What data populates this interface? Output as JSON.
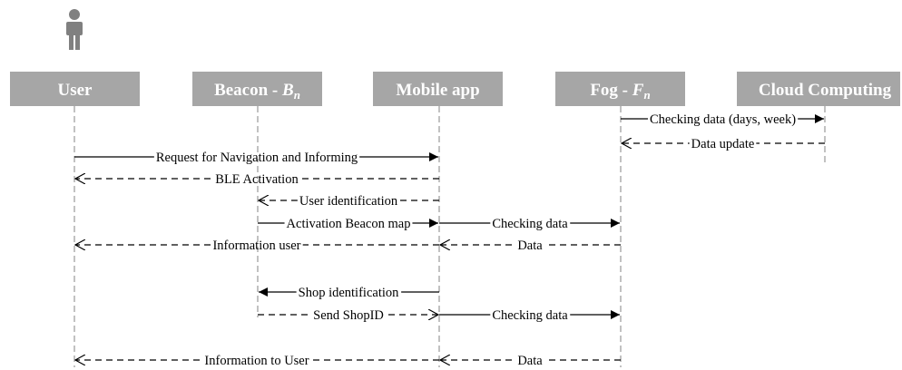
{
  "diagram": {
    "actor_icon": "person-icon",
    "lifelines": [
      {
        "id": "user",
        "label": "User",
        "sub": ""
      },
      {
        "id": "beacon",
        "label": "Beacon - ",
        "italic": "B",
        "sub": "n"
      },
      {
        "id": "mobile",
        "label": "Mobile app",
        "sub": ""
      },
      {
        "id": "fog",
        "label": "Fog - ",
        "italic": "F",
        "sub": "n"
      },
      {
        "id": "cloud",
        "label": "Cloud Computing",
        "sub": ""
      }
    ],
    "messages": [
      {
        "from": "fog",
        "to": "cloud",
        "label": "Checking data (days, week)",
        "style": "solid"
      },
      {
        "from": "cloud",
        "to": "fog",
        "label": "Data update",
        "style": "dashed"
      },
      {
        "from": "user",
        "to": "mobile",
        "label": "Request for Navigation and Informing",
        "style": "solid"
      },
      {
        "from": "mobile",
        "to": "user",
        "label": "BLE Activation",
        "style": "dashed"
      },
      {
        "from": "mobile",
        "to": "beacon",
        "label": "User identification",
        "style": "dashed"
      },
      {
        "from": "beacon",
        "to": "mobile",
        "label": "Activation Beacon map",
        "style": "solid"
      },
      {
        "from": "mobile",
        "to": "fog",
        "label": "Checking data",
        "style": "solid"
      },
      {
        "from": "mobile",
        "to": "user",
        "label": "Information user",
        "style": "dashed"
      },
      {
        "from": "fog",
        "to": "mobile",
        "label": "Data",
        "style": "dashed"
      },
      {
        "from": "mobile",
        "to": "beacon",
        "label": "Shop identification",
        "style": "solid"
      },
      {
        "from": "beacon",
        "to": "mobile",
        "label": "Send ShopID",
        "style": "dashed"
      },
      {
        "from": "mobile",
        "to": "fog",
        "label": "Checking data",
        "style": "solid"
      },
      {
        "from": "mobile",
        "to": "user",
        "label": "Information to User",
        "style": "dashed"
      },
      {
        "from": "fog",
        "to": "mobile",
        "label": "Data",
        "style": "dashed"
      }
    ]
  }
}
